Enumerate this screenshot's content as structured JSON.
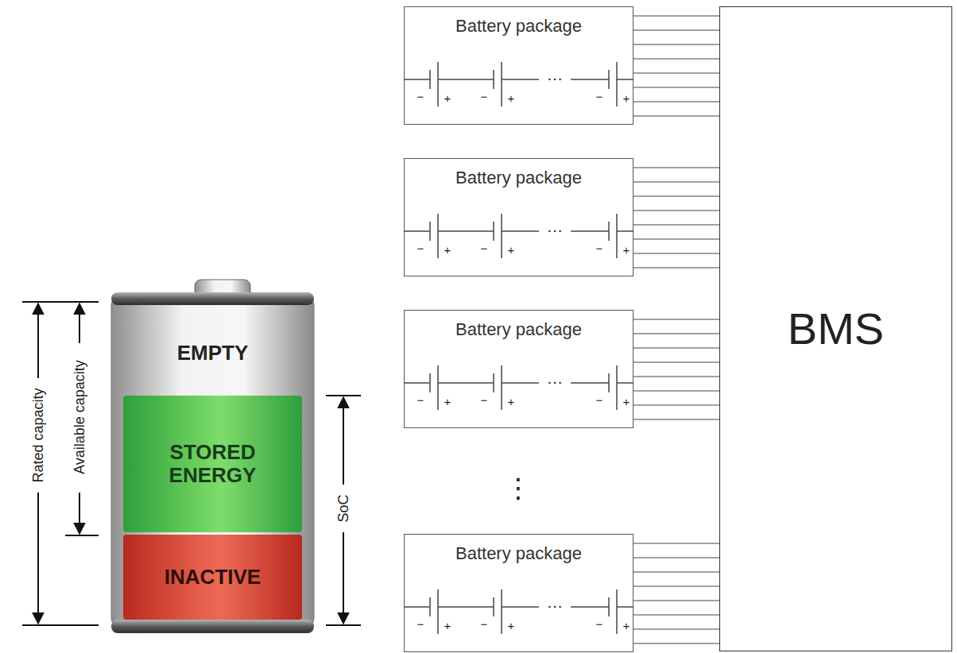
{
  "diagram": {
    "nodes": [
      {
        "text": [
          "EMPTY"
        ]
      },
      {
        "text": [
          "STORED ENERGY"
        ]
      },
      {
        "text": [
          "INACTIVE"
        ]
      },
      {
        "text": [
          "Battery package"
        ]
      },
      {
        "text": [
          "Battery package"
        ]
      },
      {
        "text": [
          "Battery package"
        ]
      },
      {
        "text": [
          "Battery package"
        ]
      },
      {
        "text": [
          "BMS"
        ]
      }
    ],
    "edges": [
      {
        "from": 3,
        "to": 7,
        "arrow": "none"
      },
      {
        "from": 4,
        "to": 7,
        "arrow": "none"
      },
      {
        "from": 5,
        "to": 7,
        "arrow": "none"
      },
      {
        "from": 6,
        "to": 7,
        "arrow": "none"
      }
    ],
    "labels": [
      "Rated capacity",
      "Available capacity",
      "SoC",
      "−",
      "+",
      "−",
      "+",
      "···",
      "−",
      "+",
      "−",
      "+",
      "−",
      "+",
      "···",
      "−",
      "+",
      "−",
      "+",
      "−",
      "+",
      "···",
      "−",
      "+",
      "−",
      "+",
      "−",
      "+",
      "···",
      "−",
      "+",
      "⋮"
    ]
  }
}
